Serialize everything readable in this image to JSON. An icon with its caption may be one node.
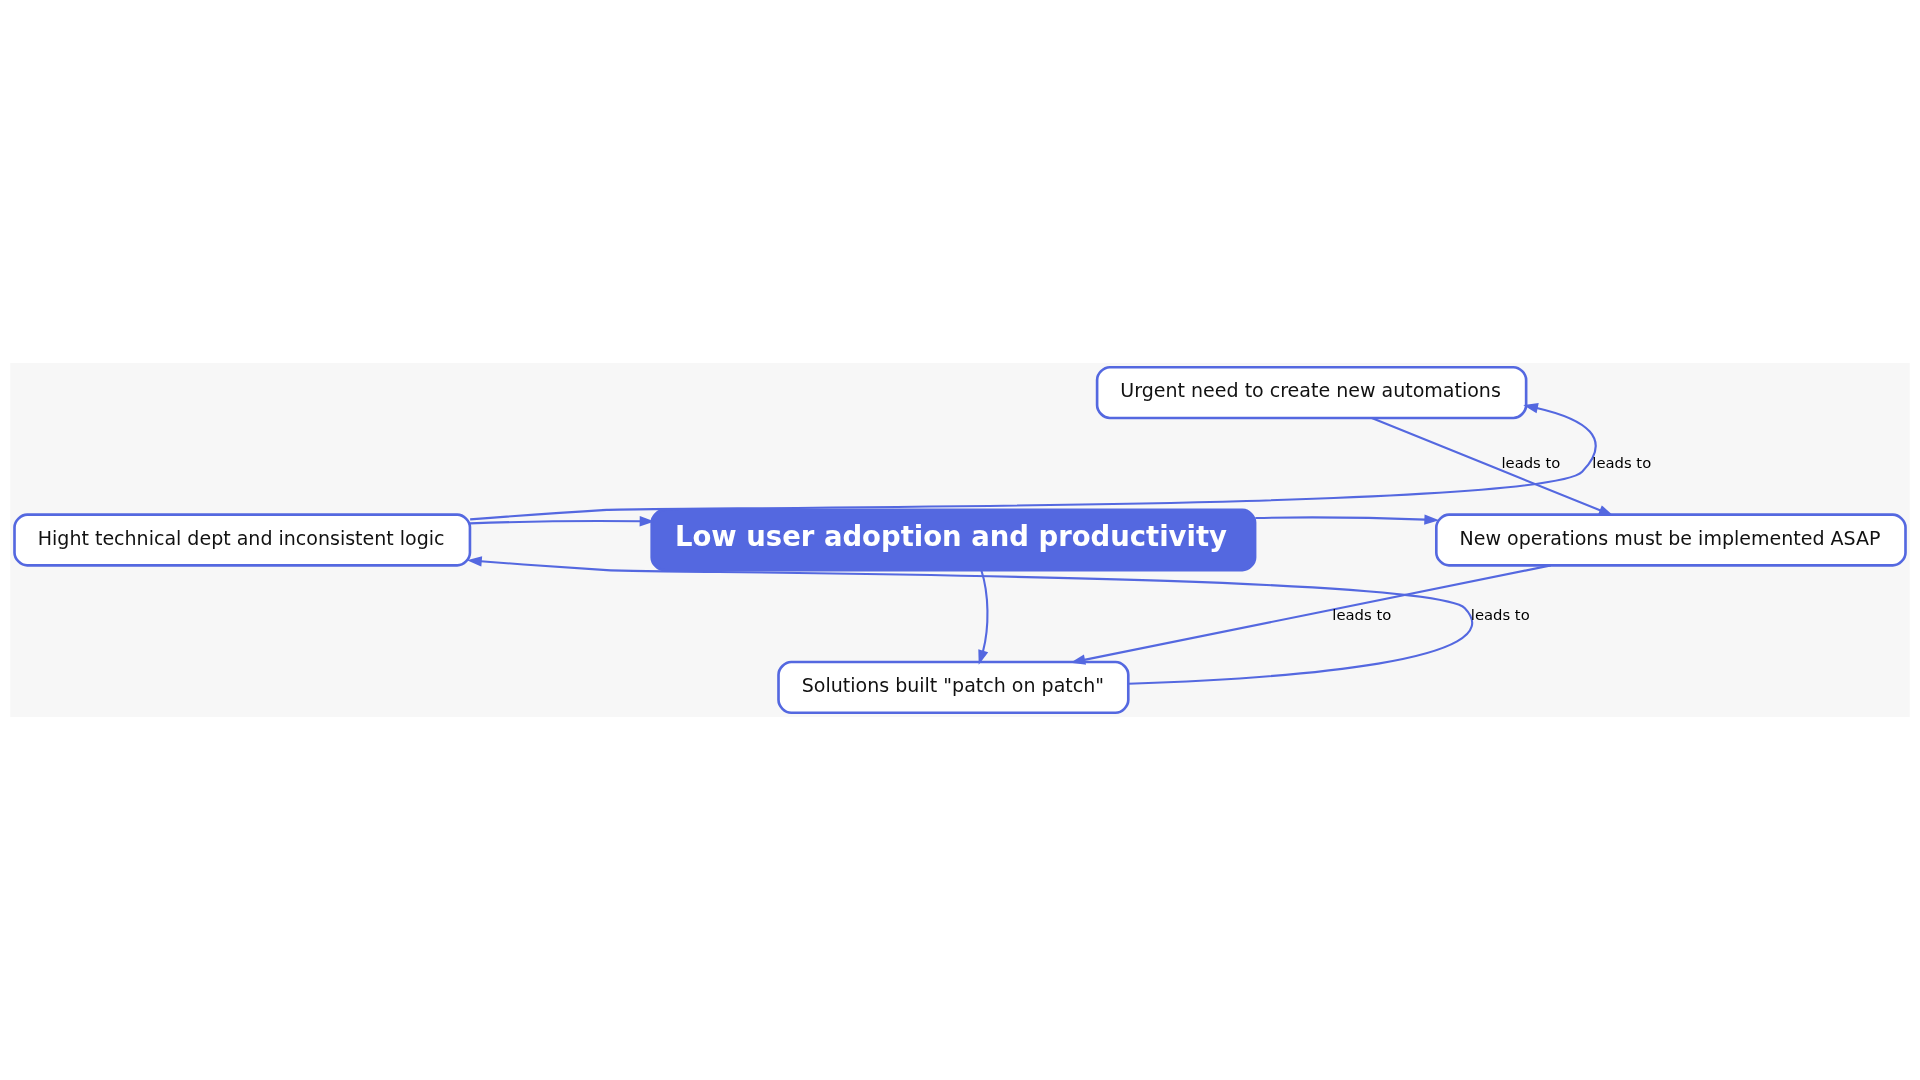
{
  "diagram": {
    "nodes": [
      {
        "text": [
          "Urgent need to create new automations"
        ]
      },
      {
        "text": [
          "Hight technical dept and inconsistent logic"
        ]
      },
      {
        "text": [
          "Low user adoption and productivity"
        ]
      },
      {
        "text": [
          "New operations must be implemented ASAP"
        ]
      },
      {
        "text": [
          "Solutions built \"patch on patch\""
        ]
      }
    ],
    "edges": [
      {
        "from": 1,
        "to": 0,
        "arrow": "to",
        "label": "leads to"
      },
      {
        "from": 0,
        "to": 3,
        "arrow": "to",
        "label": "leads to"
      },
      {
        "from": 3,
        "to": 4,
        "arrow": "to",
        "label": "leads to"
      },
      {
        "from": 4,
        "to": 1,
        "arrow": "to",
        "label": "leads to"
      },
      {
        "from": 1,
        "to": 2,
        "arrow": "to"
      },
      {
        "from": 2,
        "to": 3,
        "arrow": "to"
      },
      {
        "from": 2,
        "to": 4,
        "arrow": "to"
      }
    ]
  }
}
